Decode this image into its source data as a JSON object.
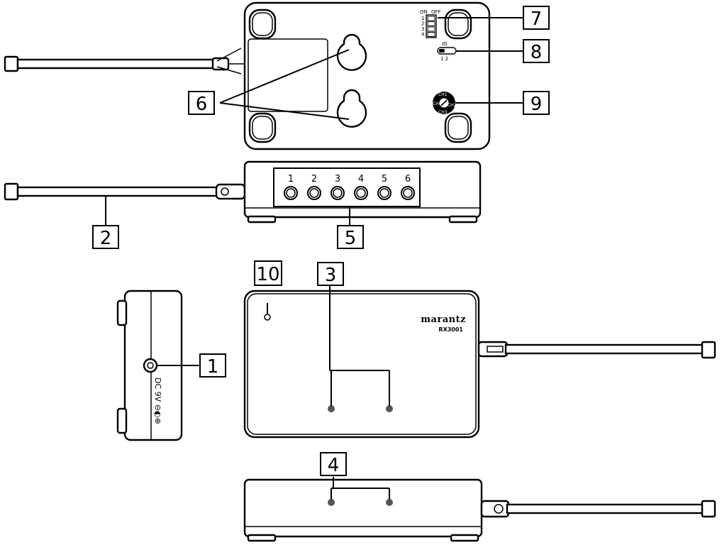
{
  "callouts": {
    "c1": "1",
    "c2": "2",
    "c3": "3",
    "c4": "4",
    "c5": "5",
    "c6": "6",
    "c7": "7",
    "c8": "8",
    "c9": "9",
    "c10": "10"
  },
  "dip_switch": {
    "on_label": "ON",
    "off_label": "OFF",
    "positions": [
      "1",
      "2",
      "3",
      "4"
    ]
  },
  "id_switch": {
    "label": "ID",
    "positions": "1 2"
  },
  "channel_knob": {
    "labels": [
      "CH1",
      "CH2",
      "CH3",
      "CH4"
    ]
  },
  "jacks": [
    "1",
    "2",
    "3",
    "4",
    "5",
    "6"
  ],
  "front_panel": {
    "brand": "marantz",
    "model": "RX3001"
  },
  "side_panel": {
    "power_label": "DC 9V ⊖◐⊕"
  }
}
